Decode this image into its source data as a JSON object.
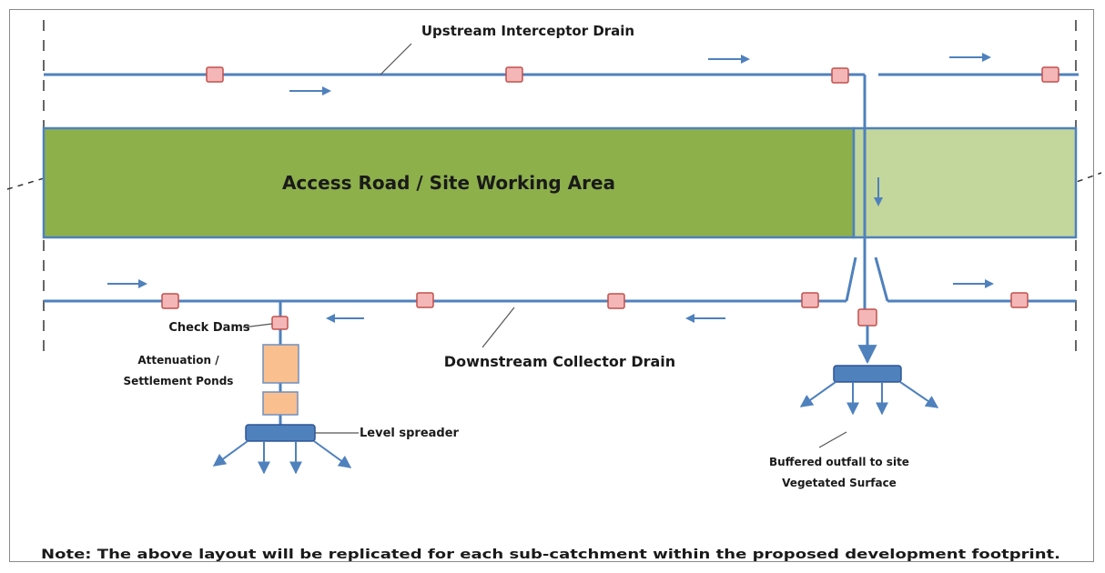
{
  "labels": {
    "upstream_drain": "Upstream Interceptor Drain",
    "working_area": "Access Road / Site Working Area",
    "downstream_drain": "Downstream Collector Drain",
    "check_dams": "Check Dams",
    "ponds_line1": "Attenuation /",
    "ponds_line2": "Settlement Ponds",
    "level_spreader": "Level spreader",
    "outfall_line1": "Buffered outfall to site",
    "outfall_line2": "Vegetated Surface",
    "note": "Note: The above layout will be replicated for each sub-catchment within the proposed development footprint."
  },
  "colors": {
    "working_area_dark": "#8db04b",
    "working_area_light": "#c3d69b",
    "drain": "#4f81bd",
    "check_dam_fill": "#f4b6b6",
    "pond_fill": "#f9bf8f",
    "spreader": "#4f81bd"
  },
  "icons": {
    "flow_direction": "arrow-icon",
    "check_dam": "square-marker-icon"
  }
}
